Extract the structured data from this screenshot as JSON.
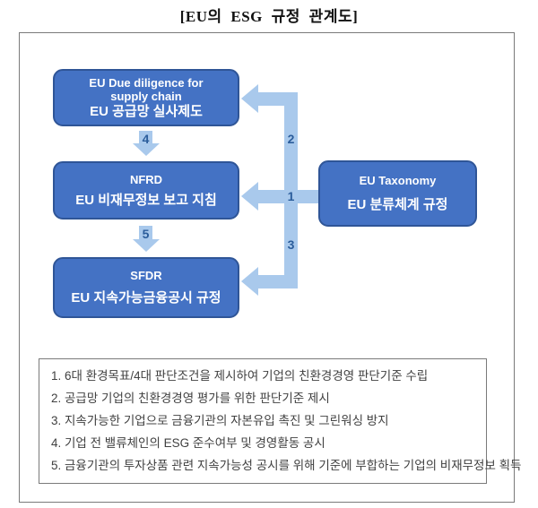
{
  "title": "[EU의 ESG 규정 관계도]",
  "colors": {
    "node_fill": "#4472C4",
    "node_border": "#2F5597",
    "node_text": "#FFFFFF",
    "arrow": "#A9C9EC",
    "arrow_label": "#2B5D9B",
    "note_text": "#404040"
  },
  "diagram": {
    "nodes": [
      {
        "id": "due-diligence",
        "lines": [
          "EU Due diligence for",
          "supply chain",
          "EU 공급망 실사제도"
        ]
      },
      {
        "id": "nfrd",
        "lines": [
          "NFRD",
          "EU 비재무정보 보고 지침"
        ]
      },
      {
        "id": "sfdr",
        "lines": [
          "SFDR",
          "EU 지속가능금융공시 규정"
        ]
      },
      {
        "id": "taxonomy",
        "lines": [
          "EU Taxonomy",
          "EU 분류체계 규정"
        ]
      }
    ],
    "labels": {
      "taxonomy_to_nfrd": "1",
      "taxonomy_to_due": "2",
      "taxonomy_to_sfdr": "3",
      "due_to_nfrd": "4",
      "nfrd_to_sfdr": "5"
    }
  },
  "notes": [
    "1. 6대 환경목표/4대 판단조건을 제시하여 기업의 친환경경영 판단기준 수립",
    "2. 공급망 기업의 친환경경영 평가를 위한 판단기준 제시",
    "3. 지속가능한 기업으로 금융기관의 자본유입 촉진 및 그린워싱 방지",
    "4. 기업 전 밸류체인의 ESG 준수여부 및 경영활동 공시",
    "5. 금융기관의 투자상품 관련 지속가능성 공시를 위해 기준에 부합하는 기업의 비재무정보 획득"
  ]
}
